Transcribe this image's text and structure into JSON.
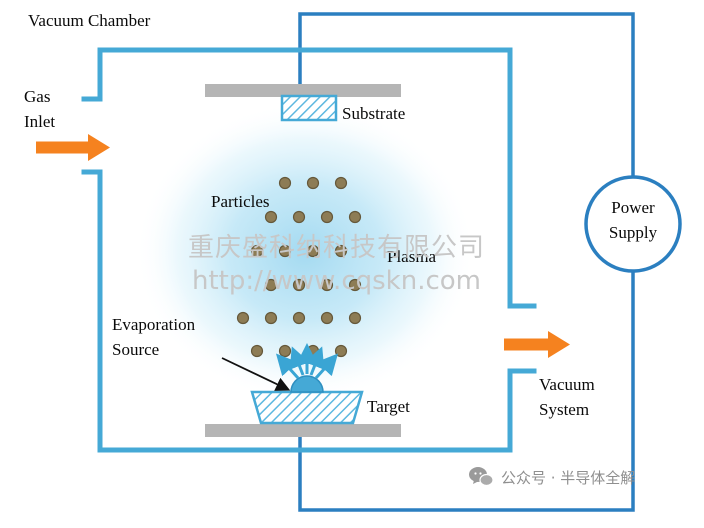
{
  "labels": {
    "vacuum_chamber": "Vacuum Chamber",
    "gas_inlet": "Gas Inlet",
    "substrate": "Substrate",
    "particles": "Particles",
    "plasma": "Plasma",
    "evaporation_source": "Evaporation Source",
    "target": "Target",
    "power_supply": "Power Supply",
    "vacuum_system": "Vacuum System"
  },
  "watermark": {
    "line1": "重庆盛科纳科技有限公司",
    "line2": "http://www.cqskn.com"
  },
  "footer": {
    "credit": "公众号 · 半导体全解"
  },
  "colors": {
    "chamber_blue": "#45a9d6",
    "wire_blue": "#2b7fc0",
    "arrow_orange": "#f5821f",
    "electrode_gray": "#b5b5b5",
    "particle_olive": "#8d7c55",
    "plasma_blue": "#a8dcf2"
  }
}
